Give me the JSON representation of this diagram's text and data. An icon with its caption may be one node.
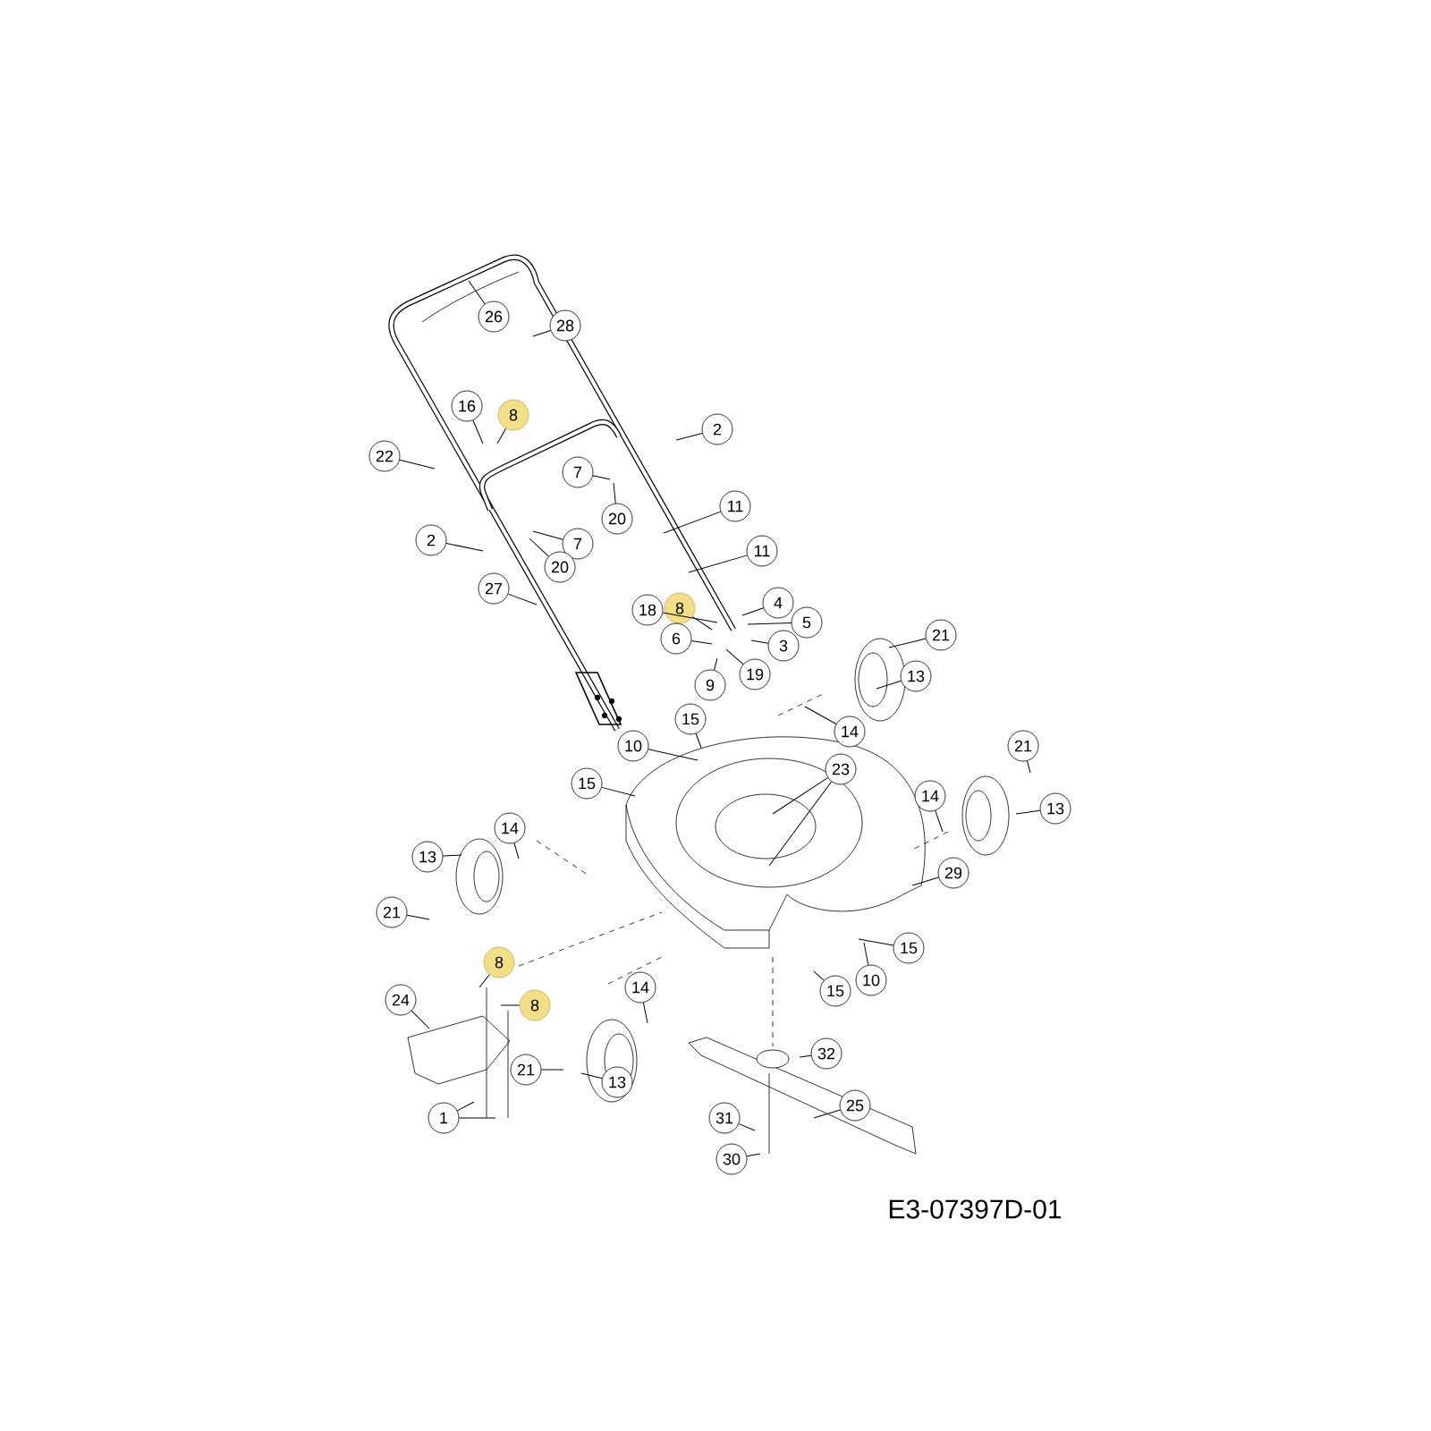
{
  "diagram": {
    "nodes": [
      {
        "text": [
          "26"
        ]
      },
      {
        "text": [
          "28"
        ]
      },
      {
        "text": [
          "16"
        ]
      },
      {
        "text": [
          "8"
        ]
      },
      {
        "text": [
          "22"
        ]
      },
      {
        "text": [
          "2"
        ]
      },
      {
        "text": [
          "7"
        ]
      },
      {
        "text": [
          "20"
        ]
      },
      {
        "text": [
          "11"
        ]
      },
      {
        "text": [
          "2"
        ]
      },
      {
        "text": [
          "7"
        ]
      },
      {
        "text": [
          "20"
        ]
      },
      {
        "text": [
          "11"
        ]
      },
      {
        "text": [
          "27"
        ]
      },
      {
        "text": [
          "18"
        ]
      },
      {
        "text": [
          "8"
        ]
      },
      {
        "text": [
          "4"
        ]
      },
      {
        "text": [
          "6"
        ]
      },
      {
        "text": [
          "5"
        ]
      },
      {
        "text": [
          "3"
        ]
      },
      {
        "text": [
          "9"
        ]
      },
      {
        "text": [
          "19"
        ]
      },
      {
        "text": [
          "21"
        ]
      },
      {
        "text": [
          "13"
        ]
      },
      {
        "text": [
          "14"
        ]
      },
      {
        "text": [
          "15"
        ]
      },
      {
        "text": [
          "10"
        ]
      },
      {
        "text": [
          "23"
        ]
      },
      {
        "text": [
          "15"
        ]
      },
      {
        "text": [
          "21"
        ]
      },
      {
        "text": [
          "14"
        ]
      },
      {
        "text": [
          "13"
        ]
      },
      {
        "text": [
          "29"
        ]
      },
      {
        "text": [
          "13"
        ]
      },
      {
        "text": [
          "14"
        ]
      },
      {
        "text": [
          "21"
        ]
      },
      {
        "text": [
          "15"
        ]
      },
      {
        "text": [
          "10"
        ]
      },
      {
        "text": [
          "15"
        ]
      },
      {
        "text": [
          "8"
        ]
      },
      {
        "text": [
          "8"
        ]
      },
      {
        "text": [
          "24"
        ]
      },
      {
        "text": [
          "14"
        ]
      },
      {
        "text": [
          "32"
        ]
      },
      {
        "text": [
          "21"
        ]
      },
      {
        "text": [
          "13"
        ]
      },
      {
        "text": [
          "25"
        ]
      },
      {
        "text": [
          "1"
        ]
      },
      {
        "text": [
          "31"
        ]
      },
      {
        "text": [
          "30"
        ]
      }
    ],
    "edges": [
      {
        "from": 0,
        "to": null,
        "arrow": "none"
      },
      {
        "from": 1,
        "to": null,
        "arrow": "none"
      },
      {
        "from": 2,
        "to": null,
        "arrow": "none"
      },
      {
        "from": 3,
        "to": null,
        "arrow": "none"
      },
      {
        "from": 4,
        "to": null,
        "arrow": "none"
      },
      {
        "from": 5,
        "to": null,
        "arrow": "none"
      },
      {
        "from": 6,
        "to": null,
        "arrow": "none"
      },
      {
        "from": 7,
        "to": null,
        "arrow": "none"
      },
      {
        "from": 8,
        "to": null,
        "arrow": "none"
      },
      {
        "from": 9,
        "to": null,
        "arrow": "none"
      },
      {
        "from": 10,
        "to": null,
        "arrow": "none"
      },
      {
        "from": 11,
        "to": null,
        "arrow": "none"
      },
      {
        "from": 12,
        "to": null,
        "arrow": "none"
      },
      {
        "from": 13,
        "to": null,
        "arrow": "none"
      },
      {
        "from": 14,
        "to": null,
        "arrow": "none"
      },
      {
        "from": 15,
        "to": null,
        "arrow": "none"
      },
      {
        "from": 16,
        "to": null,
        "arrow": "none"
      },
      {
        "from": 17,
        "to": null,
        "arrow": "none"
      },
      {
        "from": 18,
        "to": null,
        "arrow": "none"
      },
      {
        "from": 19,
        "to": null,
        "arrow": "none"
      },
      {
        "from": 20,
        "to": null,
        "arrow": "none"
      },
      {
        "from": 21,
        "to": null,
        "arrow": "none"
      },
      {
        "from": 22,
        "to": null,
        "arrow": "none"
      },
      {
        "from": 23,
        "to": null,
        "arrow": "none"
      },
      {
        "from": 24,
        "to": null,
        "arrow": "none"
      },
      {
        "from": 25,
        "to": null,
        "arrow": "none"
      },
      {
        "from": 26,
        "to": null,
        "arrow": "none"
      },
      {
        "from": 27,
        "to": null,
        "arrow": "none"
      },
      {
        "from": 27,
        "to": null,
        "arrow": "none"
      },
      {
        "from": 28,
        "to": null,
        "arrow": "none"
      },
      {
        "from": 29,
        "to": null,
        "arrow": "none"
      },
      {
        "from": 30,
        "to": null,
        "arrow": "none"
      },
      {
        "from": 31,
        "to": null,
        "arrow": "none"
      },
      {
        "from": 32,
        "to": null,
        "arrow": "none"
      },
      {
        "from": 33,
        "to": null,
        "arrow": "none"
      },
      {
        "from": 34,
        "to": null,
        "arrow": "none"
      },
      {
        "from": 35,
        "to": null,
        "arrow": "none"
      },
      {
        "from": 36,
        "to": null,
        "arrow": "none"
      },
      {
        "from": 37,
        "to": null,
        "arrow": "none"
      },
      {
        "from": 38,
        "to": null,
        "arrow": "none"
      },
      {
        "from": 39,
        "to": null,
        "arrow": "none"
      },
      {
        "from": 40,
        "to": null,
        "arrow": "none"
      },
      {
        "from": 41,
        "to": null,
        "arrow": "none"
      },
      {
        "from": 42,
        "to": null,
        "arrow": "none"
      },
      {
        "from": 43,
        "to": null,
        "arrow": "none"
      },
      {
        "from": 44,
        "to": null,
        "arrow": "none"
      },
      {
        "from": 45,
        "to": null,
        "arrow": "none"
      },
      {
        "from": 46,
        "to": null,
        "arrow": "none"
      },
      {
        "from": 47,
        "to": null,
        "arrow": "none"
      },
      {
        "from": 47,
        "to": null,
        "arrow": "none"
      },
      {
        "from": 48,
        "to": null,
        "arrow": "none"
      },
      {
        "from": 49,
        "to": null,
        "arrow": "none"
      }
    ],
    "labels": [
      "E3-07397D-01"
    ]
  }
}
